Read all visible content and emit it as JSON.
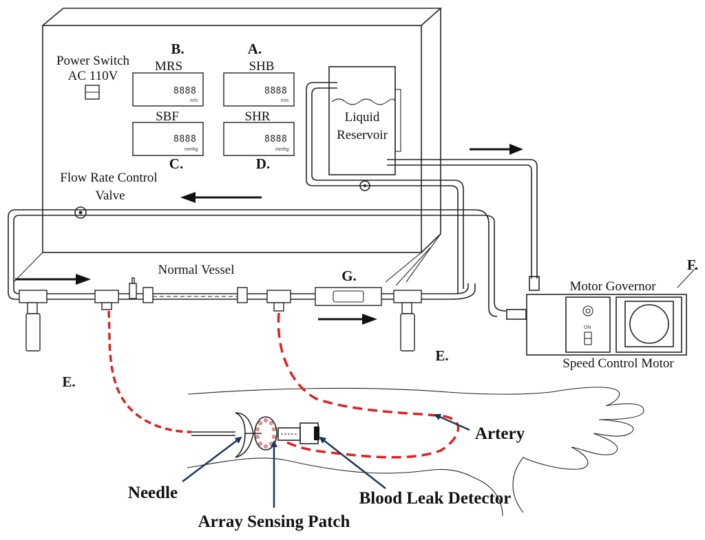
{
  "labels": {
    "power_switch_line1": "Power Switch",
    "power_switch_line2": "AC 110V",
    "letter_b": "B.",
    "letter_a": "A.",
    "letter_c": "C.",
    "letter_d": "D.",
    "letter_e_left": "E.",
    "letter_e_right": "E.",
    "letter_f": "F.",
    "letter_g": "G.",
    "flow_valve_line1": "Flow Rate Control",
    "flow_valve_line2": "Valve",
    "normal_vessel": "Normal Vessel",
    "reservoir_line1": "Liquid",
    "reservoir_line2": "Reservoir",
    "motor_governor": "Motor Governor",
    "speed_control_motor": "Speed Control Motor",
    "artery": "Artery",
    "needle": "Needle",
    "blood_leak_detector": "Blood Leak Detector",
    "array_sensing_patch": "Array Sensing Patch"
  },
  "displays": {
    "mrs": {
      "title": "MRS",
      "digits": "8888",
      "unit": "m/s"
    },
    "shb": {
      "title": "SHB",
      "digits": "8888",
      "unit": "m/s"
    },
    "sbf": {
      "title": "SBF",
      "digits": "8888",
      "unit": "mmhg"
    },
    "shr": {
      "title": "SHR",
      "digits": "8888",
      "unit": "mmhg"
    }
  },
  "motor": {
    "switch_label": "ON"
  },
  "colors": {
    "blood_line": "#e02020",
    "pointer": "#1a3557",
    "outline": "#222222"
  }
}
